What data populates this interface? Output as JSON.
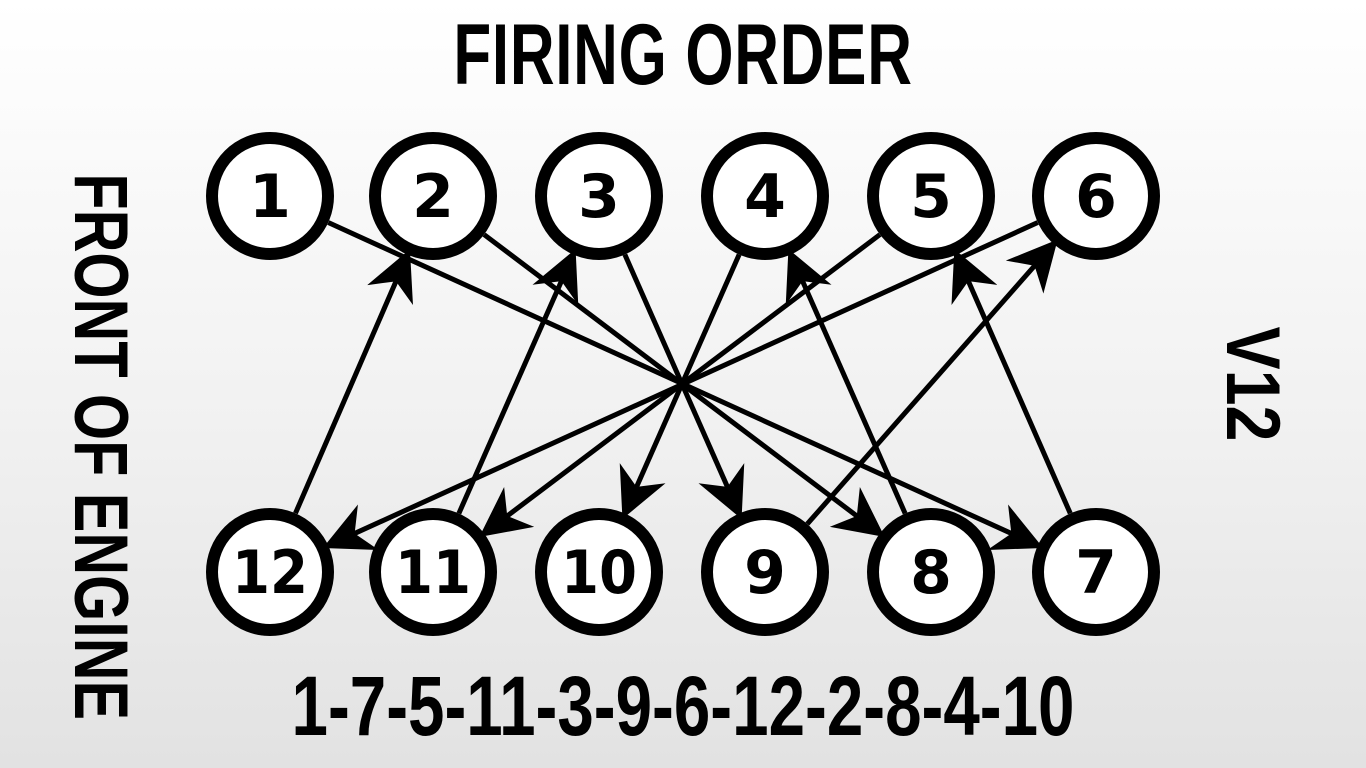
{
  "title": "FIRING ORDER",
  "side_label": "FRONT OF ENGINE",
  "engine_type": "V12",
  "firing_order_text": "1-7-5-11-3-9-6-12-2-8-4-10",
  "top_bank": [
    "1",
    "2",
    "3",
    "4",
    "5",
    "6"
  ],
  "bottom_bank": [
    "12",
    "11",
    "10",
    "9",
    "8",
    "7"
  ],
  "firing_sequence": [
    "1",
    "7",
    "5",
    "11",
    "3",
    "9",
    "6",
    "12",
    "2",
    "8",
    "4",
    "10"
  ],
  "colors": {
    "ink": "#000000",
    "circle_fill": "#ffffff"
  }
}
